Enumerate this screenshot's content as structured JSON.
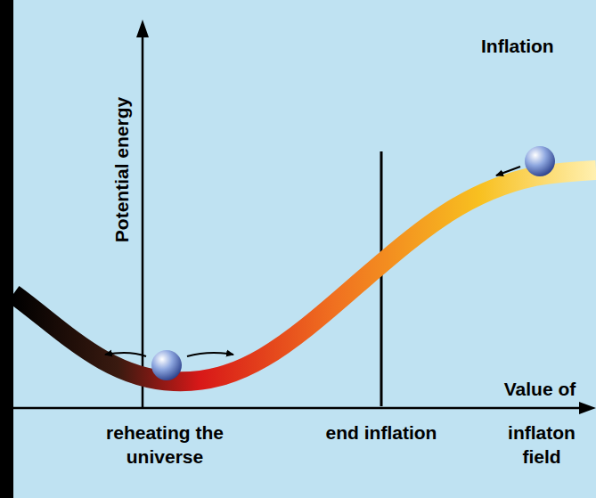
{
  "diagram": {
    "labels": [
      "Inflation",
      "Potential energy",
      "reheating the universe",
      "end inflation",
      "Value of",
      "inflaton field"
    ]
  }
}
